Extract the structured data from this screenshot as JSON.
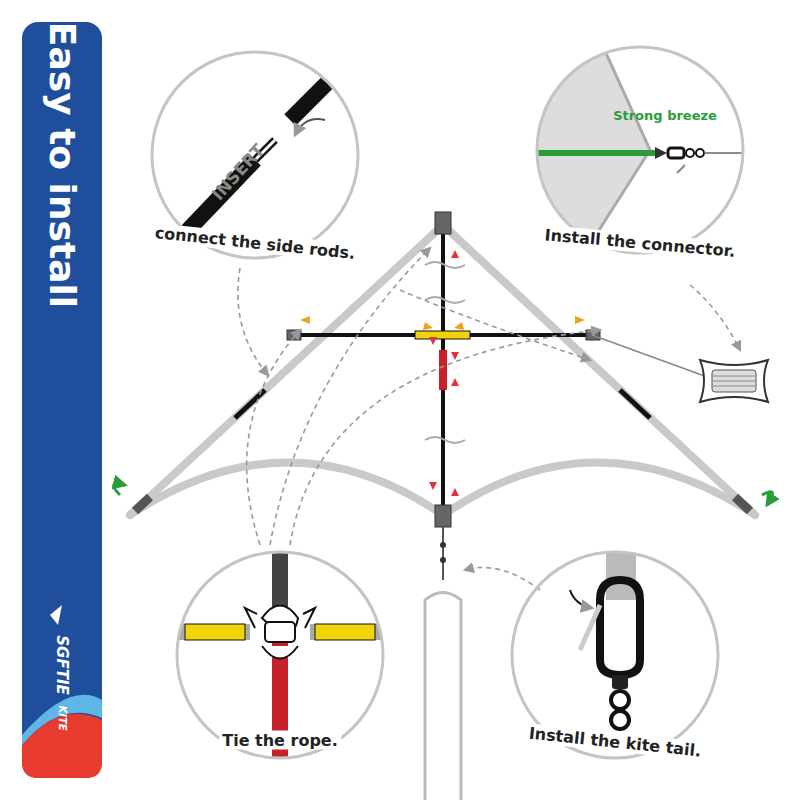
{
  "diagram": {
    "title": "Easy to install",
    "nodes": [
      {
        "text": [
          "INSERT",
          "connect the side rods."
        ]
      },
      {
        "text": [
          "Strong breeze",
          "Install the connector."
        ]
      },
      {
        "text": [
          "Tie the rope."
        ]
      },
      {
        "text": [
          "Install the kite tail."
        ]
      }
    ],
    "labels": [
      "SGFTIE",
      "KITE"
    ]
  }
}
